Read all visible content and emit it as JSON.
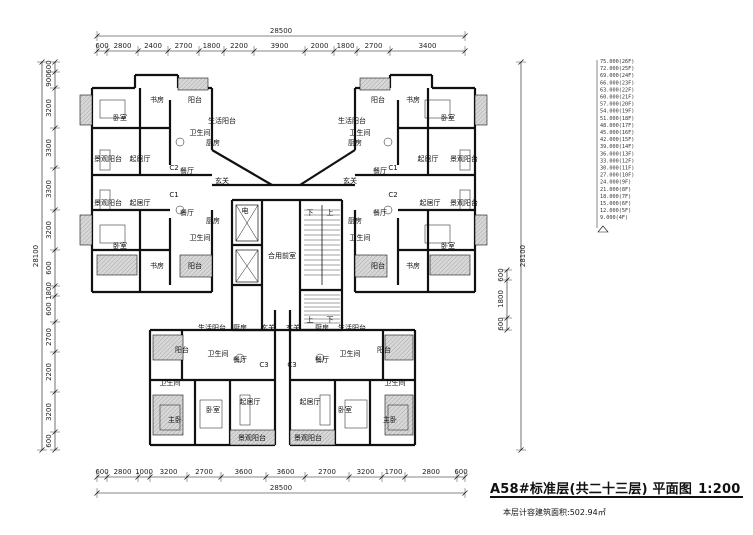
{
  "drawing": {
    "title": "A58#标准层(共二十三层) 平面图",
    "scale": "1:200",
    "area_label": "本层计容建筑面积:",
    "area_value": "502.94㎡"
  },
  "dims": {
    "total_width": "28500",
    "total_height": "28100",
    "top_segments": [
      "600",
      "2800",
      "2400",
      "2700",
      "1800",
      "2200",
      "3900",
      "2000",
      "1800",
      "2700",
      "3400"
    ],
    "bottom_segments": [
      "600",
      "2800",
      "1000",
      "3200",
      "2700",
      "3600",
      "3600",
      "2700",
      "3200",
      "1700",
      "2800",
      "600"
    ],
    "left_segments": [
      "600",
      "900",
      "3200",
      "3300",
      "3300",
      "3200",
      "600",
      "1800",
      "600",
      "2700",
      "2200",
      "3200",
      "600"
    ],
    "right_segments": [
      "600",
      "1800",
      "600"
    ]
  },
  "elevations": [
    "75.000(26F)",
    "72.000(25F)",
    "69.000(24F)",
    "66.000(23F)",
    "63.000(22F)",
    "60.000(21F)",
    "57.000(20F)",
    "54.000(19F)",
    "51.000(18F)",
    "48.000(17F)",
    "45.000(16F)",
    "42.000(15F)",
    "39.000(14F)",
    "36.000(13F)",
    "33.000(12F)",
    "30.000(11F)",
    "27.000(10F)",
    "24.000(9F)",
    "21.000(8F)",
    "18.000(7F)",
    "15.000(6F)",
    "12.000(5F)",
    "9.000(4F)"
  ],
  "rooms": {
    "study": "书房",
    "balcony": "阳台",
    "bedroom": "卧室",
    "living_balcony": "生活阳台",
    "bathroom": "卫生间",
    "kitchen": "厨房",
    "dining": "餐厅",
    "living": "起居厅",
    "view_balcony": "景观阳台",
    "foyer": "玄关",
    "shared_lobby": "合用前室",
    "elevator": "电",
    "up": "上",
    "down": "下",
    "master_bedroom": "主卧",
    "c1": "C1",
    "c2": "C2",
    "c3": "C3"
  }
}
